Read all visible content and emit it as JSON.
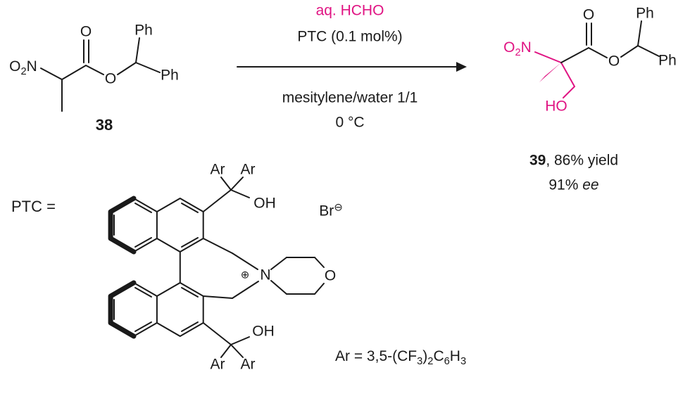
{
  "colors": {
    "accent_pink": "#e01483",
    "ink": "#1a1a1a"
  },
  "reaction": {
    "reagent_top": "aq. HCHO",
    "reagent_bottom": "PTC (0.1 mol%)",
    "solvent": "mesitylene/water 1/1",
    "temperature": "0 °C"
  },
  "substrate": {
    "number": "38",
    "nitro": "O2N",
    "carbonyl_o": "O",
    "ester_o": "O",
    "ph_top": "Ph",
    "ph_right": "Ph"
  },
  "product": {
    "number": "39",
    "yield_text": ", 86% yield",
    "ee_value": "91% ",
    "ee_label": "ee",
    "nitro": "O2N",
    "carbonyl_o": "O",
    "ester_o": "O",
    "ph_top": "Ph",
    "ph_right": "Ph",
    "hydroxyl": "HO"
  },
  "catalyst": {
    "label": "PTC =",
    "counterion": "Br",
    "minus_charge": "⊖",
    "plus_charge": "⊕",
    "nitrogen": "N",
    "morpholine_o": "O",
    "oh_top": "OH",
    "oh_bottom": "OH",
    "ar_top_left": "Ar",
    "ar_top_right": "Ar",
    "ar_bottom_left": "Ar",
    "ar_bottom_right": "Ar",
    "ar_definition": "Ar = 3,5-(CF3)2C6H3"
  }
}
